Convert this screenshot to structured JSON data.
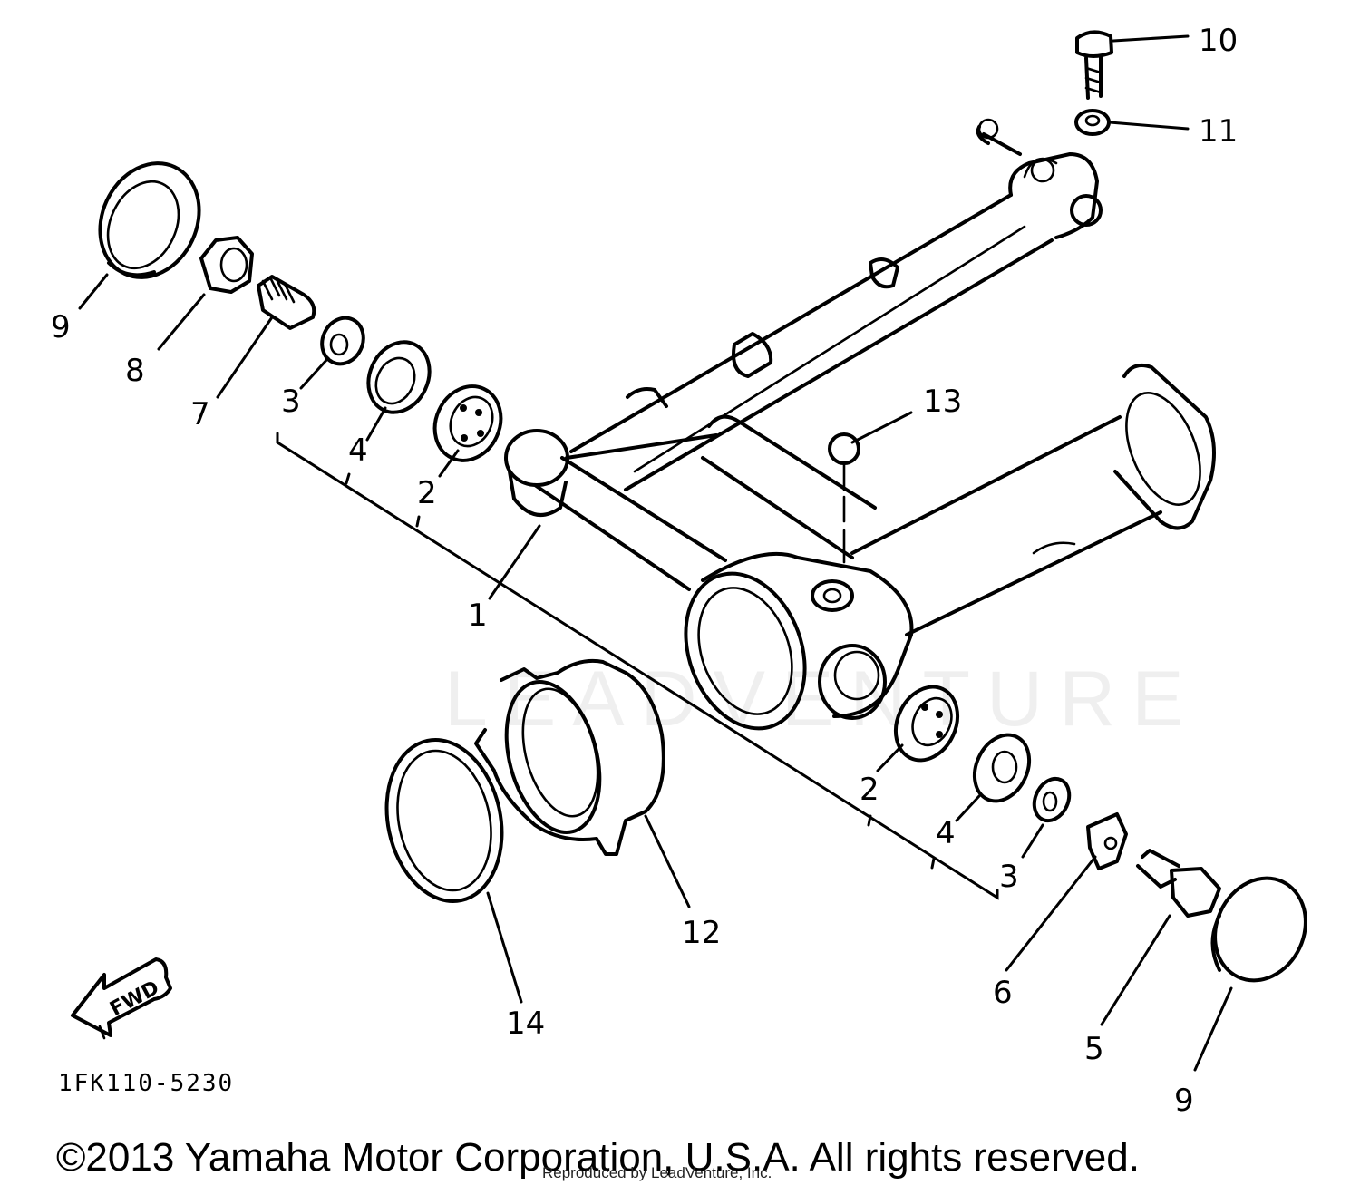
{
  "callouts": {
    "c1": "1",
    "c2a": "2",
    "c2b": "2",
    "c3a": "3",
    "c3b": "3",
    "c4a": "4",
    "c4b": "4",
    "c5": "5",
    "c6": "6",
    "c7": "7",
    "c8": "8",
    "c9a": "9",
    "c9b": "9",
    "c10": "10",
    "c11": "11",
    "c12": "12",
    "c13": "13",
    "c14": "14"
  },
  "fwd_label": "FWD",
  "diagram_code": "1FK110-5230",
  "copyright": "©2013 Yamaha Motor Corporation, U.S.A. All rights reserved.",
  "reproduced": "Reproduced by LeadVenture, Inc.",
  "watermark": "LEADVENTURE"
}
